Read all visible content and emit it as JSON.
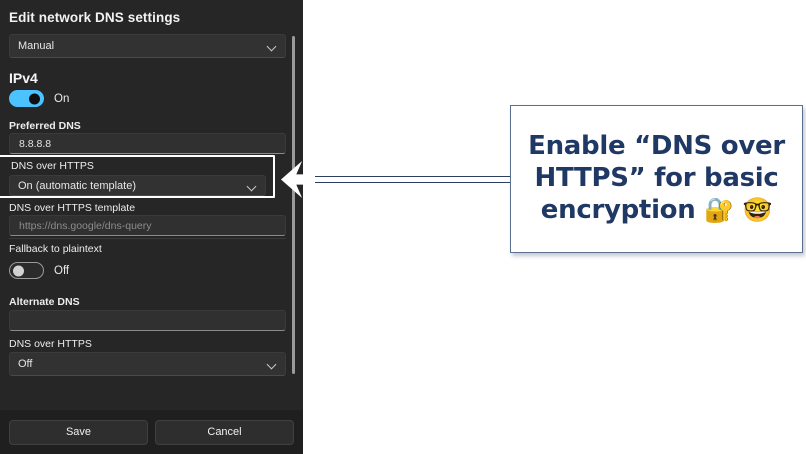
{
  "panel": {
    "title": "Edit network DNS settings",
    "assignment": {
      "label": "",
      "value": "Manual",
      "icon": "chevron-down-icon"
    },
    "ipv4": {
      "heading": "IPv4",
      "toggle_state": "On"
    },
    "preferred_dns": {
      "label": "Preferred DNS",
      "value": "8.8.8.8"
    },
    "doh_highlighted": {
      "label": "DNS over HTTPS",
      "value": "On (automatic template)",
      "icon": "chevron-down-icon"
    },
    "doh_template": {
      "label": "DNS over HTTPS template",
      "placeholder": "https://dns.google/dns-query",
      "value": ""
    },
    "fallback": {
      "label": "Fallback to plaintext",
      "toggle_state": "Off"
    },
    "alternate_dns": {
      "label": "Alternate DNS",
      "value": ""
    },
    "doh_alternate": {
      "label": "DNS over HTTPS",
      "value": "Off",
      "icon": "chevron-down-icon"
    },
    "buttons": {
      "save": "Save",
      "cancel": "Cancel"
    }
  },
  "annotation": {
    "line1": "Enable “DNS over",
    "line2": "HTTPS” for basic",
    "line3": "encryption",
    "emoji_lock": "🔐",
    "emoji_nerd": "🤓",
    "arrow": "left-arrow"
  },
  "colors": {
    "panel_background": "#262626",
    "accent_toggle": "#4cc2ff",
    "callout_text": "#1f3864",
    "callout_border": "#5b6f90",
    "highlight_border": "#ffffff"
  }
}
